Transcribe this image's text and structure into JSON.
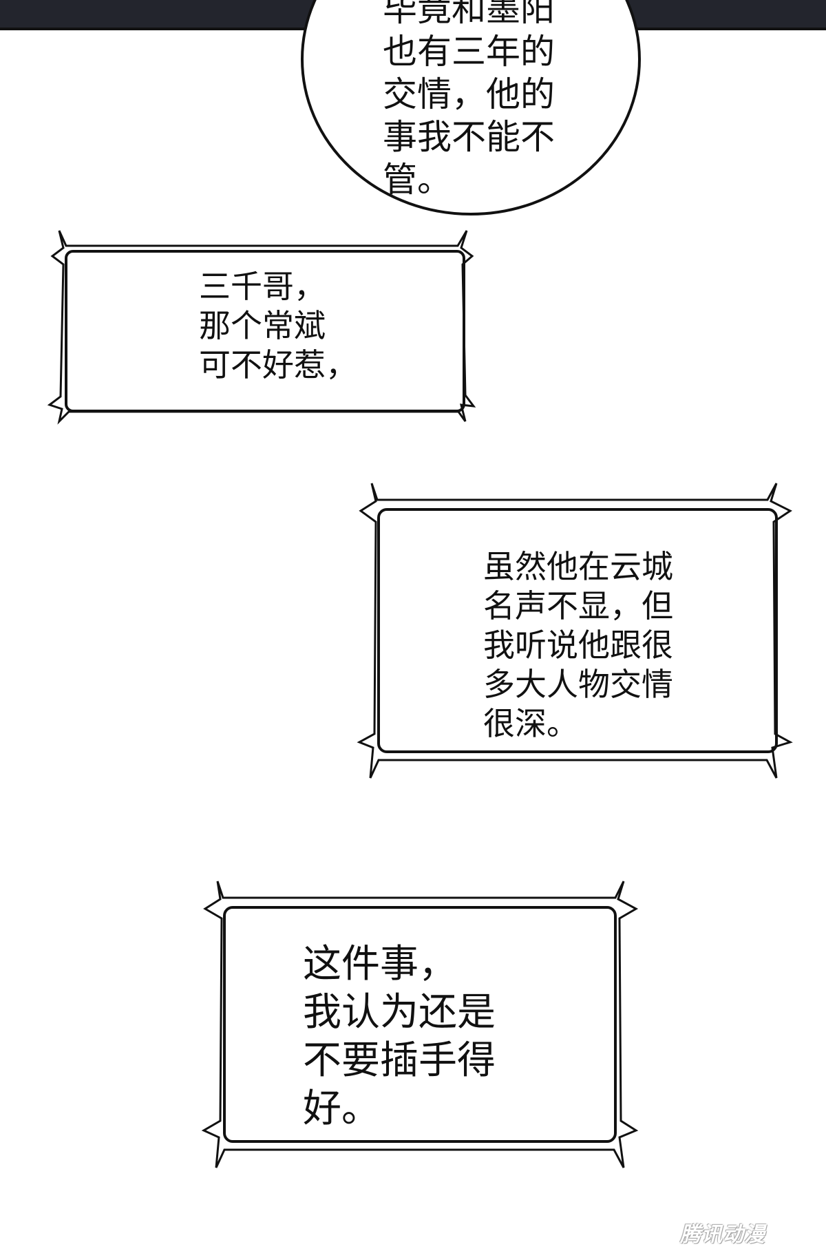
{
  "speech_bubble": {
    "text": "毕竟和墨阳\n也有三年的\n交情，他的\n事我不能不\n管。"
  },
  "caption_boxes": [
    {
      "text": "三千哥，\n那个常斌\n可不好惹，"
    },
    {
      "text": "虽然他在云城\n名声不显，但\n我听说他跟很\n多大人物交情\n很深。"
    },
    {
      "text": "这件事，\n我认为还是\n不要插手得\n好。"
    }
  ],
  "watermark": {
    "text": "腾讯动漫"
  }
}
